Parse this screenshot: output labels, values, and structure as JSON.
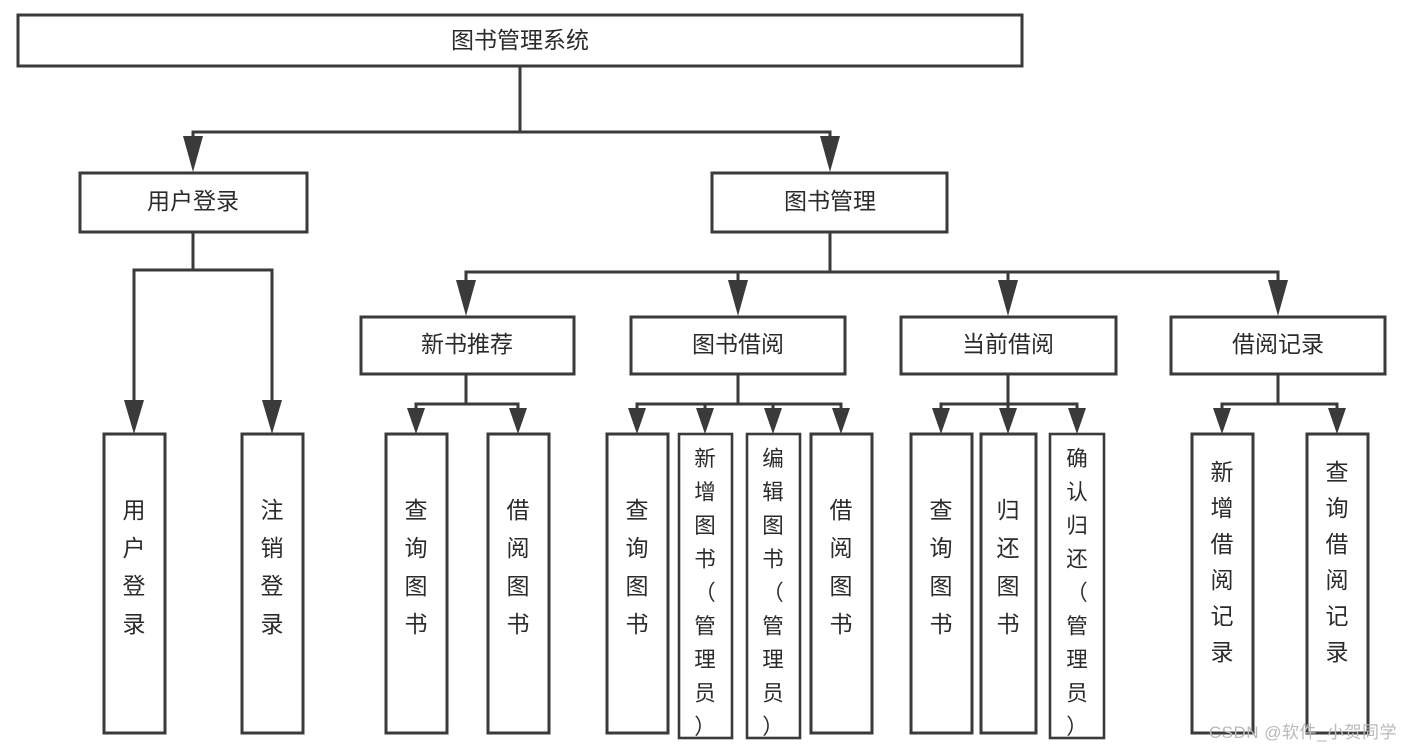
{
  "diagram": {
    "type": "tree-hierarchy-chart",
    "title": "图书管理系统",
    "watermark": "CSDN @软件_小贺同学",
    "colors": {
      "box_stroke": "#3a3a3a",
      "box_fill": "#ffffff",
      "text": "#2b2b2b",
      "background": "#ffffff",
      "watermark": "#b9b9b9"
    },
    "root": {
      "label": "图书管理系统",
      "id": "root"
    },
    "level1": [
      {
        "id": "user-login",
        "label": "用户登录"
      },
      {
        "id": "book-manage",
        "label": "图书管理"
      }
    ],
    "level2": [
      {
        "id": "new-book-recommend",
        "label": "新书推荐",
        "parent": "book-manage"
      },
      {
        "id": "book-borrow",
        "label": "图书借阅",
        "parent": "book-manage"
      },
      {
        "id": "current-borrow",
        "label": "当前借阅",
        "parent": "book-manage"
      },
      {
        "id": "borrow-record",
        "label": "借阅记录",
        "parent": "book-manage"
      }
    ],
    "leaves": [
      {
        "id": "leaf-user-login",
        "label": "用户登录",
        "parent": "user-login"
      },
      {
        "id": "leaf-logout-login",
        "label": "注销登录",
        "parent": "user-login"
      },
      {
        "id": "leaf-query-book-1",
        "label": "查询图书",
        "parent": "new-book-recommend"
      },
      {
        "id": "leaf-borrow-book-1",
        "label": "借阅图书",
        "parent": "new-book-recommend"
      },
      {
        "id": "leaf-query-book-2",
        "label": "查询图书",
        "parent": "book-borrow"
      },
      {
        "id": "leaf-add-book-admin",
        "label": "新增图书（管理员）",
        "parent": "book-borrow"
      },
      {
        "id": "leaf-edit-book-admin",
        "label": "编辑图书（管理员）",
        "parent": "book-borrow"
      },
      {
        "id": "leaf-borrow-book-2",
        "label": "借阅图书",
        "parent": "book-borrow"
      },
      {
        "id": "leaf-query-book-3",
        "label": "查询图书",
        "parent": "current-borrow"
      },
      {
        "id": "leaf-return-book",
        "label": "归还图书",
        "parent": "current-borrow"
      },
      {
        "id": "leaf-confirm-return-admin",
        "label": "确认归还（管理员）",
        "parent": "current-borrow"
      },
      {
        "id": "leaf-add-borrow-record",
        "label": "新增借阅记录",
        "parent": "borrow-record"
      },
      {
        "id": "leaf-query-borrow-record",
        "label": "查询借阅记录",
        "parent": "borrow-record"
      }
    ]
  }
}
